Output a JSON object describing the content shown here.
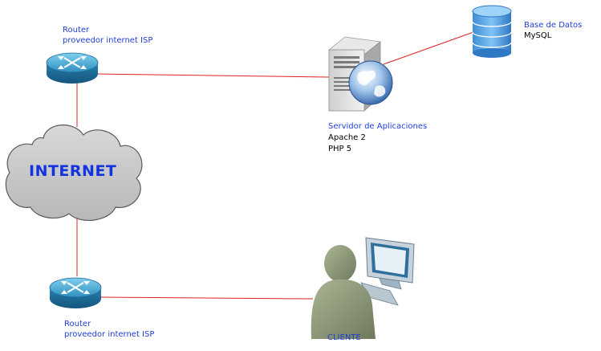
{
  "router_top": {
    "label": "Router",
    "sublabel": "proveedor internet ISP"
  },
  "router_bottom": {
    "label": "Router",
    "sublabel": "proveedor internet ISP"
  },
  "internet": {
    "label": "INTERNET"
  },
  "server": {
    "label": "Servidor de Aplicaciones",
    "line1": "Apache 2",
    "line2": "PHP 5"
  },
  "database": {
    "label": "Base de Datos",
    "sublabel": "MySQL"
  },
  "client": {
    "label": "CLIENTE"
  },
  "colors": {
    "link": "#e02020",
    "label_blue": "#1f3fd6",
    "router": "#2e88b5",
    "cloud": "#c9c9c9",
    "database": "#3a8fd6",
    "person": "#8e9a78"
  }
}
